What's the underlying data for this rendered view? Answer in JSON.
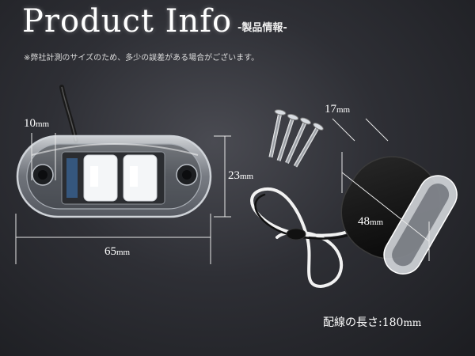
{
  "header": {
    "title": "Product Info",
    "subtitle": "-製品情報-",
    "note": "※弊社計測のサイズのため、多少の誤差がある場合がございます。"
  },
  "dimensions": {
    "hole_value": "10",
    "hole_unit": "mm",
    "height_value": "23",
    "height_unit": "mm",
    "length_value": "65",
    "length_unit": "mm",
    "depth_value": "17",
    "depth_unit": "mm",
    "side_value": "48",
    "side_unit": "mm"
  },
  "wire": {
    "label": "配線の長さ:",
    "value": "180",
    "unit": "mm"
  },
  "colors": {
    "background": "#2e2f35",
    "text": "#ffffff",
    "dimension_line": "#e8e8e8"
  }
}
